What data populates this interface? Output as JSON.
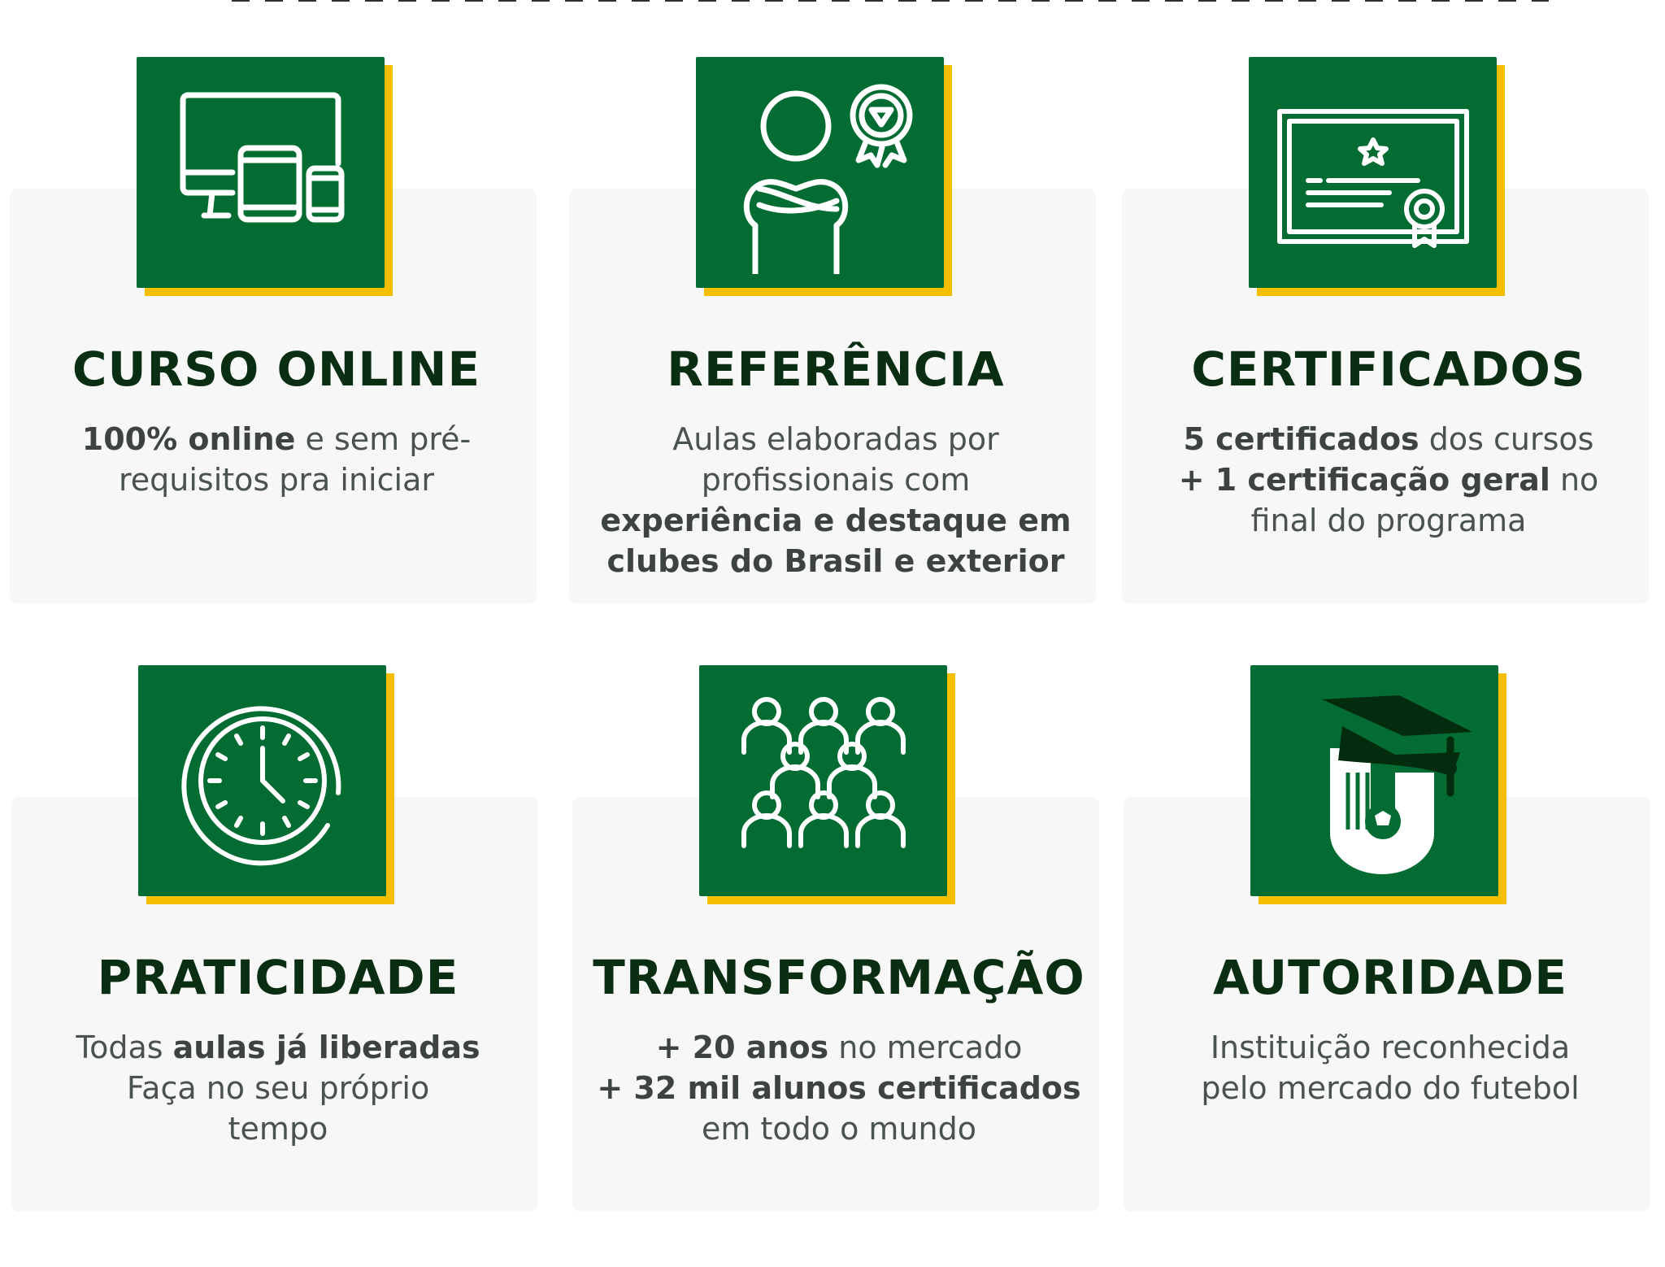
{
  "colors": {
    "green": "#036c32",
    "yellow": "#f5bf00",
    "title": "#0a2e12",
    "text": "#4a524c"
  },
  "features": [
    {
      "icon": "devices-icon",
      "title": "CURSO ONLINE",
      "lines": [
        [
          {
            "t": "100% online",
            "b": true
          },
          {
            "t": " e sem pré-",
            "b": false
          }
        ],
        [
          {
            "t": "requisitos pra iniciar",
            "b": false
          }
        ]
      ]
    },
    {
      "icon": "expert-award-icon",
      "title": "REFERÊNCIA",
      "lines": [
        [
          {
            "t": "Aulas elaboradas por",
            "b": false
          }
        ],
        [
          {
            "t": "profissionais com",
            "b": false
          }
        ],
        [
          {
            "t": "experiência e destaque em",
            "b": true
          }
        ],
        [
          {
            "t": "clubes do Brasil e exterior",
            "b": true
          }
        ]
      ]
    },
    {
      "icon": "certificate-icon",
      "title": "CERTIFICADOS",
      "lines": [
        [
          {
            "t": "5 certificados",
            "b": true
          },
          {
            "t": " dos cursos",
            "b": false
          }
        ],
        [
          {
            "t": "+ 1 certificação geral",
            "b": true
          },
          {
            "t": " no",
            "b": false
          }
        ],
        [
          {
            "t": "final do programa",
            "b": false
          }
        ]
      ]
    },
    {
      "icon": "clock-icon",
      "title": "PRATICIDADE",
      "lines": [
        [
          {
            "t": "Todas ",
            "b": false
          },
          {
            "t": "aulas já liberadas",
            "b": true
          }
        ],
        [
          {
            "t": "Faça no seu próprio",
            "b": false
          }
        ],
        [
          {
            "t": "tempo",
            "b": false
          }
        ]
      ]
    },
    {
      "icon": "group-people-icon",
      "title": "TRANSFORMAÇÃO",
      "lines": [
        [
          {
            "t": "+ 20 anos",
            "b": true
          },
          {
            "t": " no mercado",
            "b": false
          }
        ],
        [
          {
            "t": "+ 32 mil alunos certificados",
            "b": true
          }
        ],
        [
          {
            "t": "em todo o mundo",
            "b": false
          }
        ]
      ]
    },
    {
      "icon": "graduation-football-logo-icon",
      "title": "AUTORIDADE",
      "lines": [
        [
          {
            "t": "Instituição reconhecida",
            "b": false
          }
        ],
        [
          {
            "t": "pelo mercado do futebol",
            "b": false
          }
        ]
      ]
    }
  ]
}
